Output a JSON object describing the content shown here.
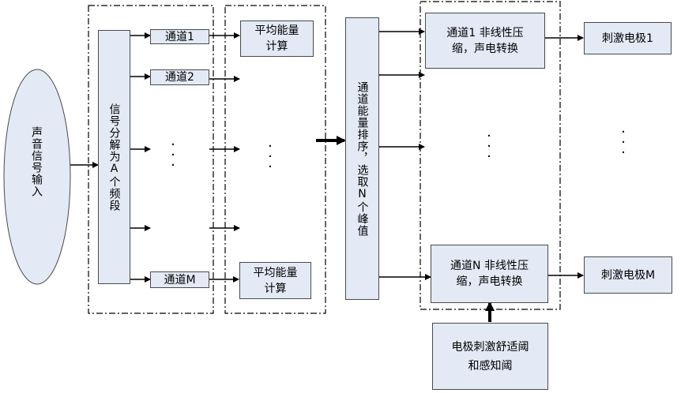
{
  "input": {
    "label": "声音信号输入"
  },
  "decompose": {
    "label": "信号分解为A个频段"
  },
  "channels": {
    "ch1": "通道1",
    "ch2": "通道2",
    "chM": "通道M"
  },
  "energy": {
    "top_line1": "平均能量",
    "top_line2": "计算",
    "bottom_line1": "平均能量",
    "bottom_line2": "计算"
  },
  "sort": {
    "label": "通道能量排序，选取N个峰值"
  },
  "compress": {
    "top_line1": "通道1 非线性压",
    "top_line2": "缩，声电转换",
    "bottom_line1": "通道N 非线性压",
    "bottom_line2": "缩，声电转换"
  },
  "electrodes": {
    "top": "刺激电极1",
    "bottom": "刺激电极M"
  },
  "threshold": {
    "line1": "电极刺激舒适阈",
    "line2": "和感知阈"
  },
  "ellipsis": ".\n.\n."
}
